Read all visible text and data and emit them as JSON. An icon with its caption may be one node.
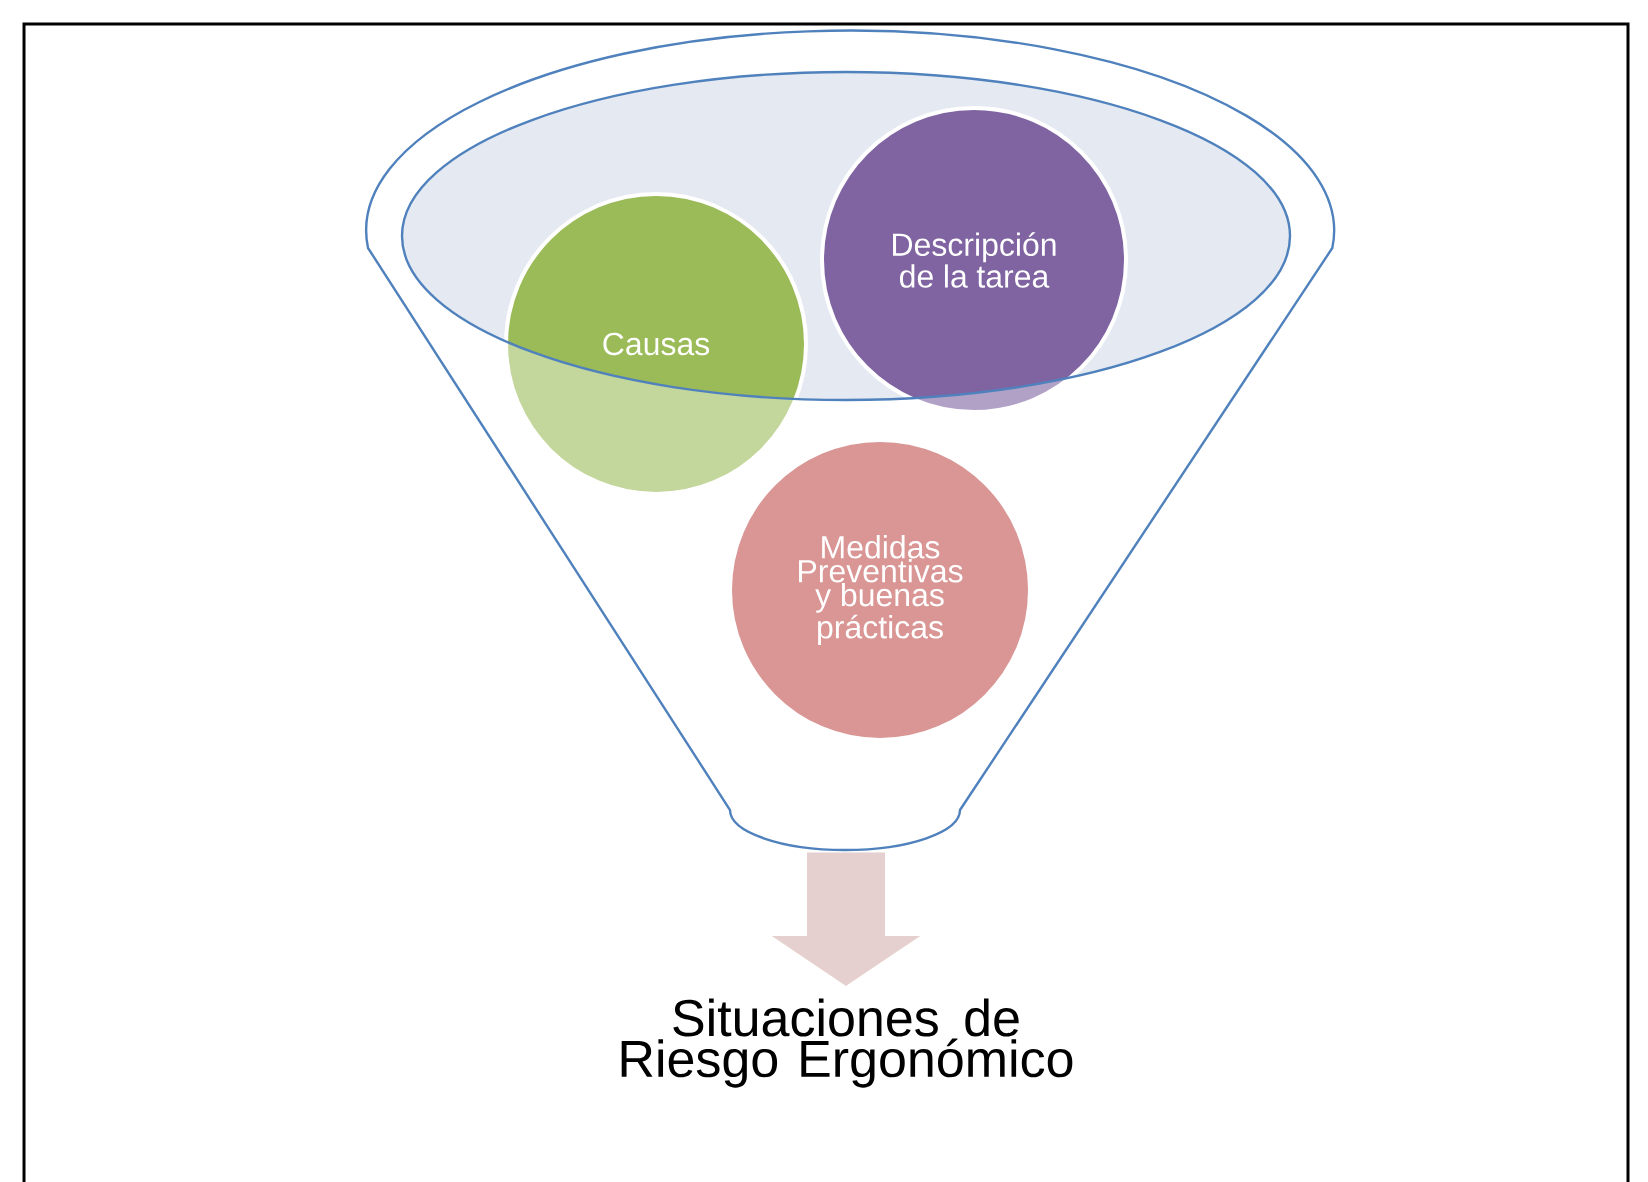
{
  "diagram": {
    "nodes": [
      {
        "text": [],
        "shape": "funnel"
      },
      {
        "text": [
          "Causas"
        ],
        "in": 0
      },
      {
        "text": [
          "Descripción de la tarea"
        ],
        "in": 0
      },
      {
        "text": [
          "Medidas Preventivas y buenas prácticas"
        ],
        "in": 0
      },
      {
        "text": [
          "Situaciones de Riesgo Ergonómico"
        ]
      }
    ],
    "edges": [
      {
        "from": 0,
        "to": 4,
        "arrow": "to",
        "color": "#e6cfcf"
      }
    ]
  }
}
